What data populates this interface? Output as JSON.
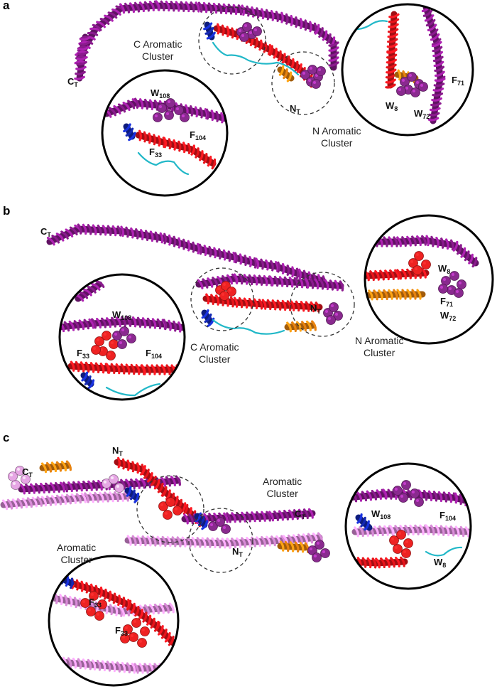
{
  "colors": {
    "helix_purple": "#8B1A8E",
    "helix_red": "#E8141B",
    "helix_blue": "#1428B4",
    "helix_orange": "#E8830F",
    "loop_cyan": "#22B8C8",
    "helix_pink": "#D98BD8",
    "sphere_purple": "#8A2A8F",
    "sphere_red": "#EE2222",
    "sphere_pink": "#E6A6E4"
  },
  "panels": {
    "a": {
      "tag": "a",
      "c_cluster": {
        "line1": "C Aromatic",
        "line2": "Cluster"
      },
      "n_cluster": {
        "line1": "N Aromatic",
        "line2": "Cluster"
      },
      "ct": {
        "base": "C",
        "sub": "T"
      },
      "nt": {
        "base": "N",
        "sub": "T"
      },
      "res_w108": {
        "base": "W",
        "sub": "108"
      },
      "res_f104": {
        "base": "F",
        "sub": "104"
      },
      "res_f33": {
        "base": "F",
        "sub": "33"
      },
      "res_w8": {
        "base": "W",
        "sub": "8"
      },
      "res_w72": {
        "base": "W",
        "sub": "72"
      },
      "res_f71": {
        "base": "F",
        "sub": "71"
      }
    },
    "b": {
      "tag": "b",
      "c_cluster": {
        "line1": "C Aromatic",
        "line2": "Cluster"
      },
      "n_cluster": {
        "line1": "N Aromatic",
        "line2": "Cluster"
      },
      "ct": {
        "base": "C",
        "sub": "T"
      },
      "nt": {
        "base": "N",
        "sub": "T"
      },
      "res_w108": {
        "base": "W",
        "sub": "108"
      },
      "res_f104": {
        "base": "F",
        "sub": "104"
      },
      "res_f33": {
        "base": "F",
        "sub": "33"
      },
      "res_w8": {
        "base": "W",
        "sub": "8"
      },
      "res_f71": {
        "base": "F",
        "sub": "71"
      },
      "res_w72": {
        "base": "W",
        "sub": "72"
      }
    },
    "c": {
      "tag": "c",
      "cluster_left": {
        "line1": "Aromatic",
        "line2": "Cluster"
      },
      "cluster_right": {
        "line1": "Aromatic",
        "line2": "Cluster"
      },
      "nt_top": {
        "base": "N",
        "sub": "T"
      },
      "ct_left": {
        "base": "C",
        "sub": "T"
      },
      "ct_right": {
        "base": "C",
        "sub": "T"
      },
      "nt_mid": {
        "base": "N",
        "sub": "T"
      },
      "res_f33_a": {
        "base": "F",
        "sub": "33"
      },
      "res_f33_b": {
        "base": "F",
        "sub": "33"
      },
      "res_w108": {
        "base": "W",
        "sub": "108"
      },
      "res_f104": {
        "base": "F",
        "sub": "104"
      },
      "res_w8": {
        "base": "W",
        "sub": "8"
      }
    }
  }
}
